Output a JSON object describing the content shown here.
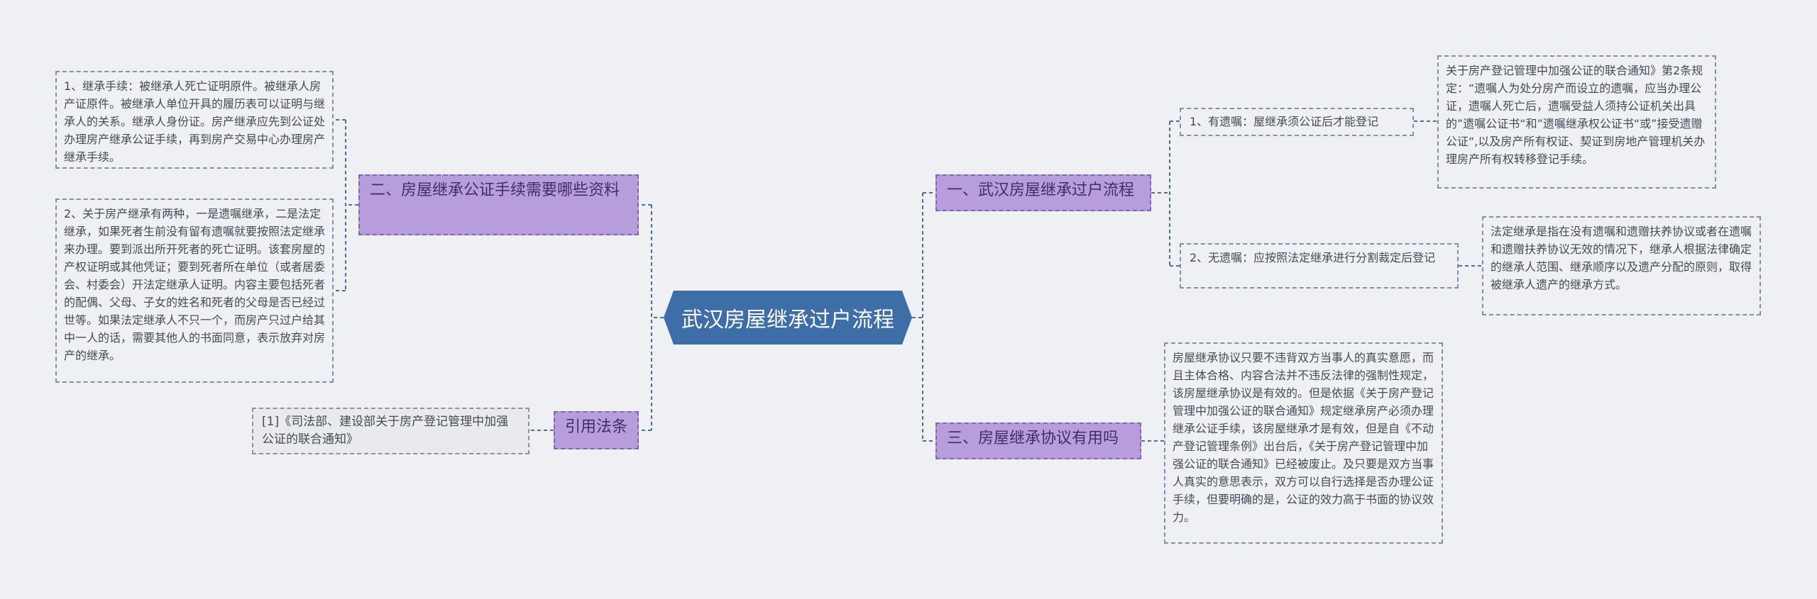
{
  "root": {
    "label": "武汉房屋继承过户流程"
  },
  "left": {
    "branch1": {
      "label": "二、房屋继承公证手续需要哪些资料",
      "leaf1": "1、继承手续：被继承人死亡证明原件。被继承人房产证原件。被继承人单位开具的履历表可以证明与继承人的关系。继承人身份证。房产继承应先到公证处办理房产继承公证手续，再到房产交易中心办理房产继承手续。",
      "leaf2": "2、关于房产继承有两种，一是遗嘱继承，二是法定继承，如果死者生前没有留有遗嘱就要按照法定继承来办理。要到派出所开死者的死亡证明。该套房屋的产权证明或其他凭证；要到死者所在单位（或者居委会、村委会）开法定继承人证明。内容主要包括死者的配偶、父母、子女的姓名和死者的父母是否已经过世等。如果法定继承人不只一个，而房产只过户给其中一人的话，需要其他人的书面同意，表示放弃对房产的继承。"
    },
    "branch2": {
      "label": "引用法条",
      "leaf1": "[1]《司法部、建设部关于房产登记管理中加强公证的联合通知》"
    }
  },
  "right": {
    "branch1": {
      "label": "一、武汉房屋继承过户流程",
      "sub1": {
        "label": "1、有遗嘱：屋继承须公证后才能登记",
        "detail": "关于房产登记管理中加强公证的联合通知》第2条规定：“遗嘱人为处分房产而设立的遗嘱，应当办理公证，遗嘱人死亡后，遗嘱受益人须持公证机关出具的”遗嘱公证书“和”遗嘱继承权公证书“或”接受遗赠公证“,以及房产所有权证、契证到房地产管理机关办理房产所有权转移登记手续。"
      },
      "sub2": {
        "label": "2、无遗嘱：应按照法定继承进行分割裁定后登记",
        "detail": "法定继承是指在没有遗嘱和遗赠扶养协议或者在遗嘱和遗赠扶养协议无效的情况下，继承人根据法律确定的继承人范围、继承顺序以及遗产分配的原则，取得被继承人遗产的继承方式。"
      }
    },
    "branch2": {
      "label": "三、房屋继承协议有用吗",
      "leaf1": "房屋继承协议只要不违背双方当事人的真实意愿，而且主体合格、内容合法并不违反法律的强制性规定，该房屋继承协议是有效的。但是依据《关于房产登记管理中加强公证的联合通知》规定继承房产必须办理继承公证手续，该房屋继承才是有效，但是自《不动产登记管理条例》出台后，《关于房产登记管理中加强公证的联合通知》已经被废止。及只要是双方当事人真实的意思表示，双方可以自行选择是否办理公证手续，但要明确的是，公证的效力高于书面的协议效力。"
    }
  },
  "colors": {
    "root_fill": "#3e6ea8",
    "branch_fill": "#b89ddc",
    "link": "#4a6f9e",
    "background": "#eef0f4"
  }
}
